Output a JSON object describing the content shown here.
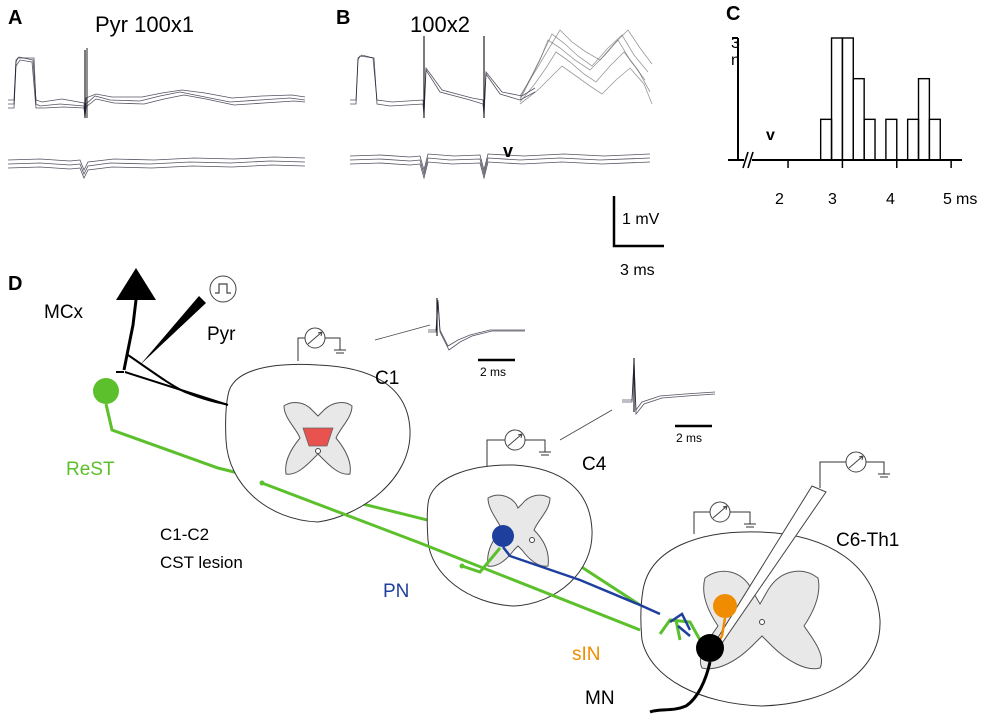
{
  "panels": {
    "a": {
      "letter": "A",
      "title": "Pyr 100x1"
    },
    "b": {
      "letter": "B",
      "title": "100x2",
      "marker": "v"
    },
    "c": {
      "letter": "C",
      "ylabel_top": "3",
      "ylabel_bottom": "n",
      "marker": "v",
      "xticks": [
        "2",
        "3",
        "4",
        "5"
      ],
      "xunit": "ms"
    },
    "d": {
      "letter": "D"
    }
  },
  "scalebar_ab": {
    "v_label": "1 mV",
    "h_label": "3 ms"
  },
  "chart_data": {
    "type": "bar",
    "xlabel": "ms",
    "ylabel": "n",
    "xlim": [
      1.3,
      5.2
    ],
    "ylim": [
      0,
      3
    ],
    "bin_edges": [
      2.6,
      2.8,
      3.0,
      3.2,
      3.4,
      3.6,
      3.8,
      4.0,
      4.2,
      4.4,
      4.6,
      4.8
    ],
    "values": [
      1,
      3,
      3,
      2,
      1,
      0,
      1,
      0,
      1,
      2,
      1
    ]
  },
  "diagram": {
    "labels": {
      "mcx": "MCx",
      "pyr": "Pyr",
      "c1": "C1",
      "c4": "C4",
      "c6": "C6-Th1",
      "rest": "ReST",
      "lesion_line1": "C1-C2",
      "lesion_line2": "CST lesion",
      "pn": "PN",
      "sin": "sIN",
      "mn": "MN"
    },
    "inset_scale": "2 ms",
    "colors": {
      "rest": "#5cc02c",
      "pn": "#1f3f9e",
      "sin": "#f08c00",
      "mn": "#000000",
      "lesion": "#e8524f"
    }
  }
}
